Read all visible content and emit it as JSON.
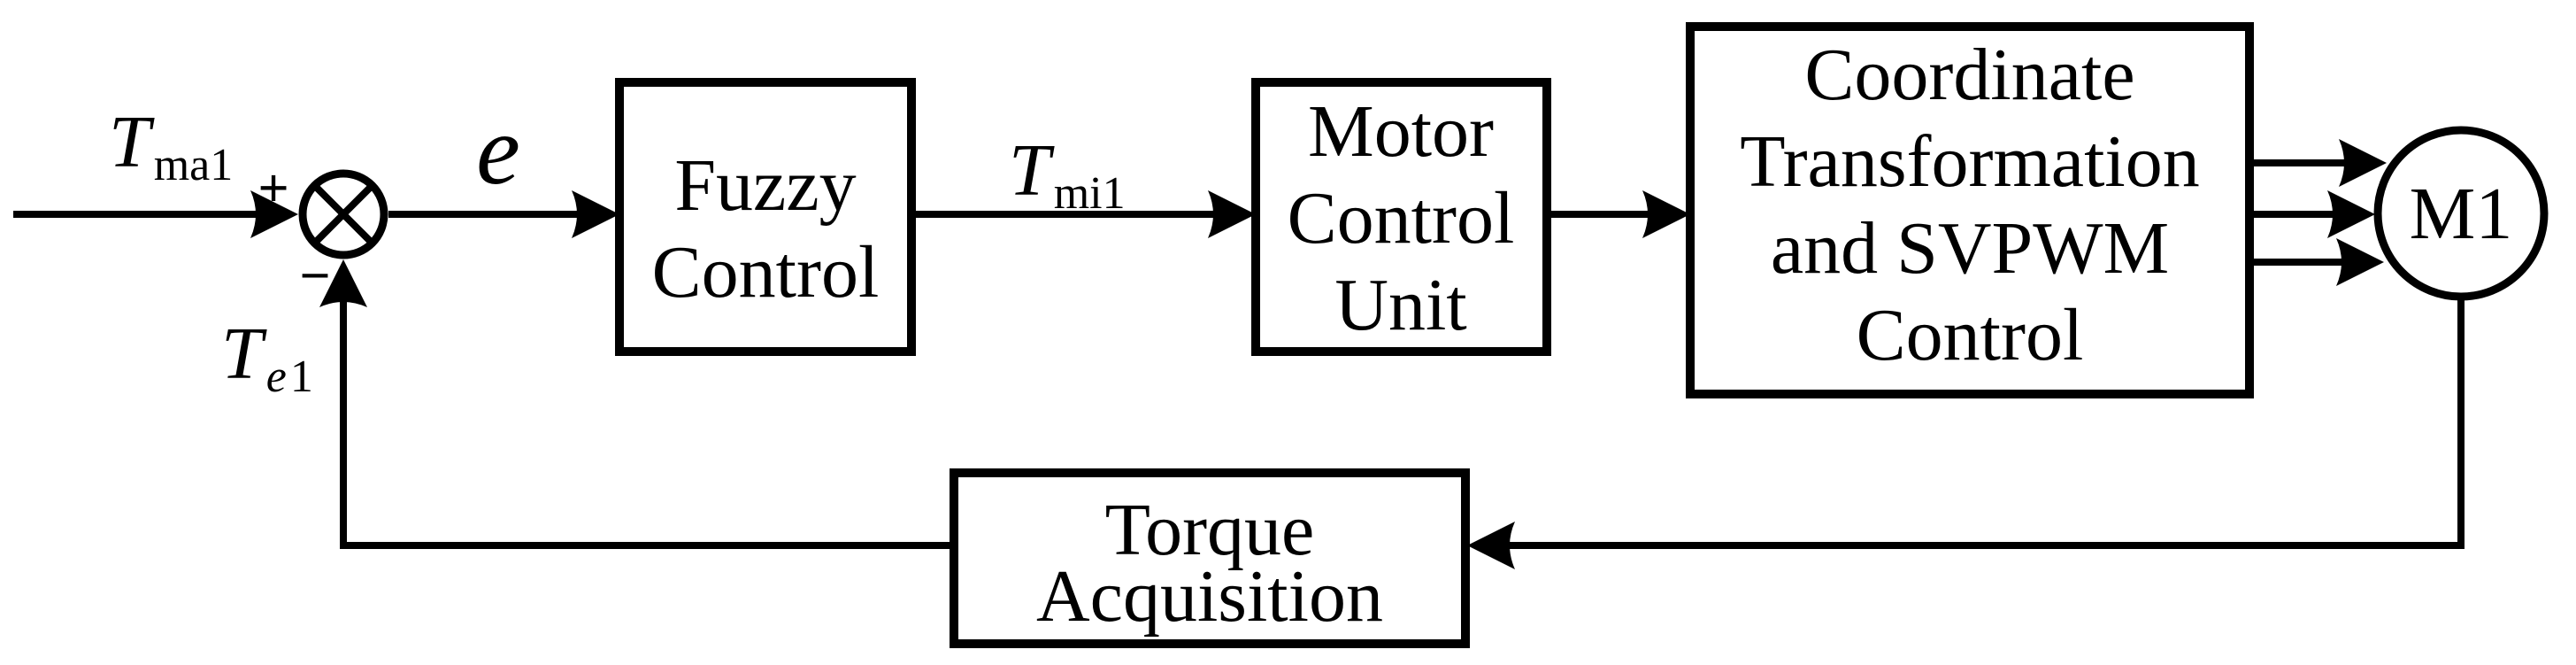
{
  "diagram": {
    "type": "control-block-diagram",
    "colors": {
      "ink": "#000000",
      "background": "#ffffff"
    },
    "signals": {
      "input": {
        "base": "T",
        "sub": "ma1"
      },
      "plus": "+",
      "minus": "−",
      "error": "e",
      "command": {
        "base": "T",
        "sub": "mi1"
      },
      "feedback": {
        "base": "T",
        "sub_italic": "e",
        "sub_roman": "1"
      }
    },
    "blocks": {
      "fuzzy": {
        "lines": [
          "Fuzzy",
          "Control"
        ]
      },
      "motor_unit": {
        "lines": [
          "Motor",
          "Control",
          "Unit"
        ]
      },
      "coordinate": {
        "lines": [
          "Coordinate",
          "Transformation",
          "and SVPWM",
          "Control"
        ]
      },
      "torque": {
        "lines": [
          "Torque",
          "Acquisition"
        ]
      },
      "machine": {
        "label": "M1"
      }
    }
  }
}
